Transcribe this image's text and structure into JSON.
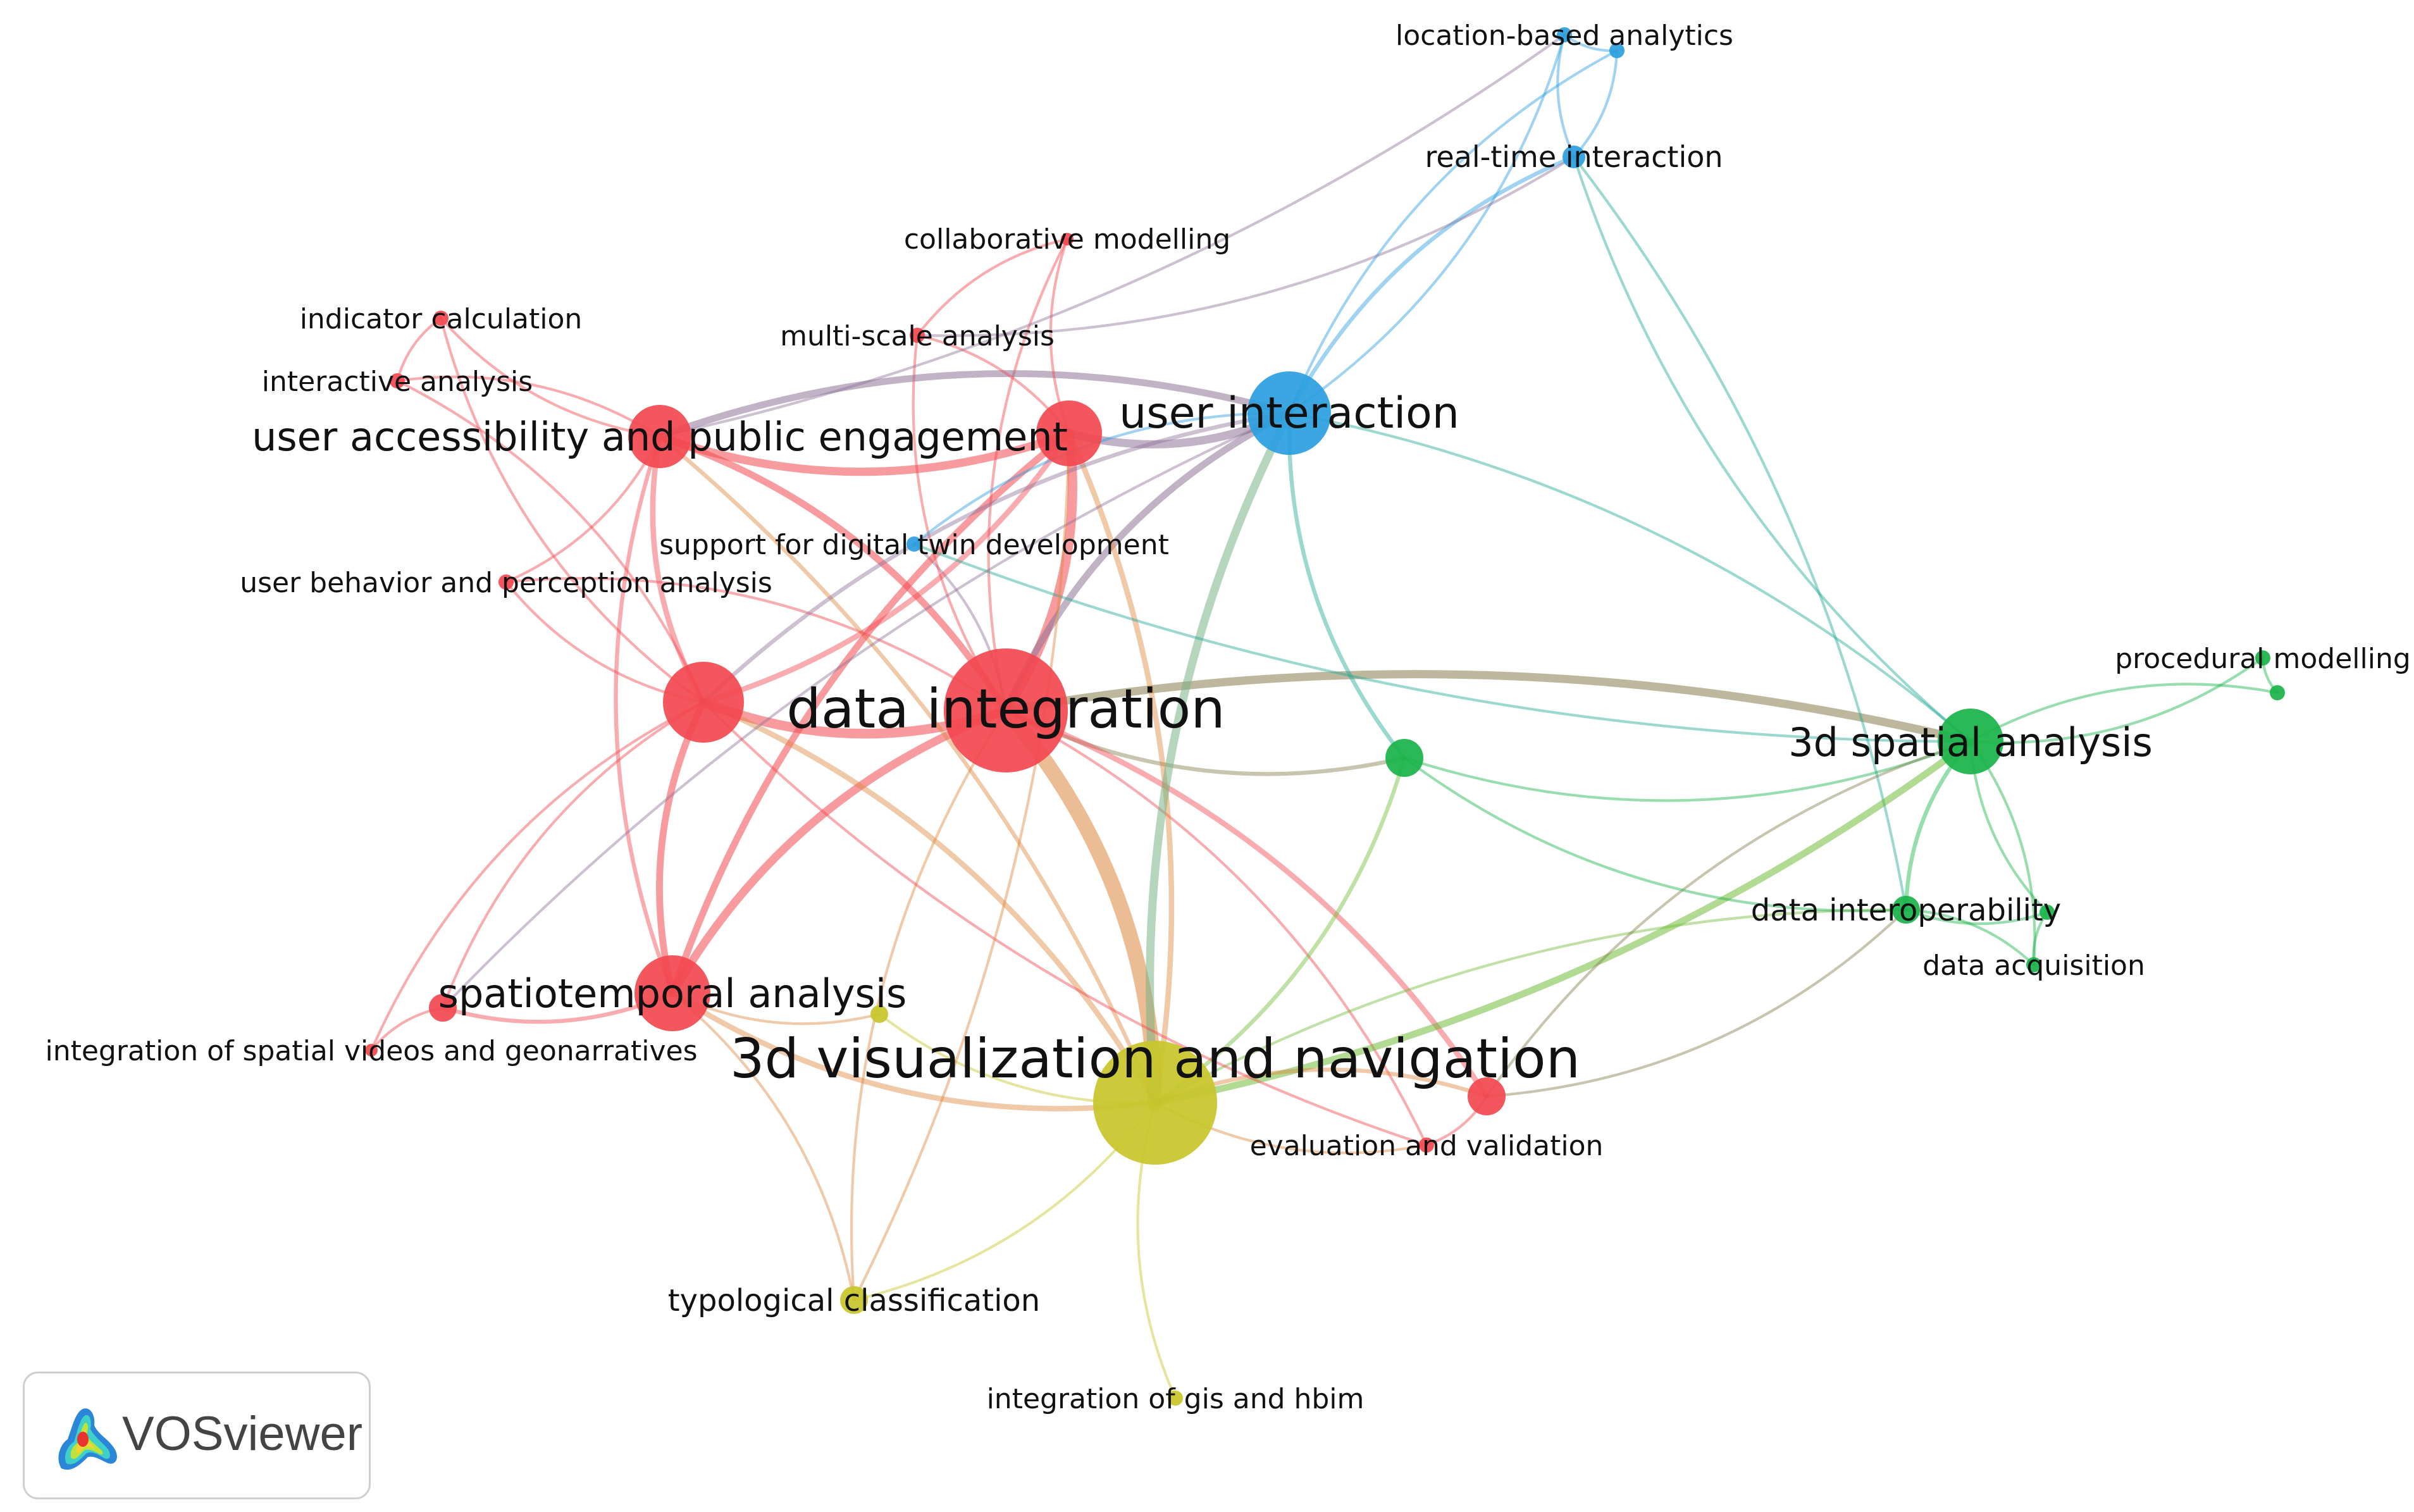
{
  "network": {
    "nodes": [
      {
        "id": "user-accessibility-and-public-engagement",
        "label": "user accessibility and public engagement",
        "cluster": "red",
        "weight": 5
      },
      {
        "id": "data-integration",
        "label": "data integration",
        "cluster": "red",
        "weight": 10
      },
      {
        "id": "spatiotemporal-analysis",
        "label": "spatiotemporal analysis",
        "cluster": "red",
        "weight": 6
      },
      {
        "id": "multi-scale-analysis",
        "label": "multi-scale analysis",
        "cluster": "red",
        "weight": 1
      },
      {
        "id": "collaborative-modelling",
        "label": "collaborative modelling",
        "cluster": "red",
        "weight": 1
      },
      {
        "id": "indicator-calculation",
        "label": "indicator calculation",
        "cluster": "red",
        "weight": 1
      },
      {
        "id": "interactive-analysis",
        "label": "interactive analysis",
        "cluster": "red",
        "weight": 1
      },
      {
        "id": "user-behavior-and-perception-analysis",
        "label": "user behavior and perception analysis",
        "cluster": "red",
        "weight": 1
      },
      {
        "id": "integration-of-spatial-videos-and-geonarratives",
        "label": "integration of spatial videos and geonarratives",
        "cluster": "red",
        "weight": 1
      },
      {
        "id": "evaluation-and-validation",
        "label": "evaluation and validation",
        "cluster": "red",
        "weight": 1
      },
      {
        "id": "red-hub-a",
        "label": "",
        "cluster": "red",
        "weight": 5
      },
      {
        "id": "red-hub-b",
        "label": "",
        "cluster": "red",
        "weight": 6
      },
      {
        "id": "red-small-a",
        "label": "",
        "cluster": "red",
        "weight": 2
      },
      {
        "id": "red-small-b",
        "label": "",
        "cluster": "red",
        "weight": 3
      },
      {
        "id": "user-interaction",
        "label": "user interaction",
        "cluster": "blue",
        "weight": 7
      },
      {
        "id": "real-time-interaction",
        "label": "real-time interaction",
        "cluster": "blue",
        "weight": 2
      },
      {
        "id": "location-based-analytics",
        "label": "location-based analytics",
        "cluster": "blue",
        "weight": 1
      },
      {
        "id": "support-for-digital-twin-development",
        "label": "support for digital twin development",
        "cluster": "blue",
        "weight": 1
      },
      {
        "id": "blue-small-a",
        "label": "",
        "cluster": "blue",
        "weight": 1
      },
      {
        "id": "3d-spatial-analysis",
        "label": "3d spatial analysis",
        "cluster": "green",
        "weight": 6
      },
      {
        "id": "data-interoperability",
        "label": "data interoperability",
        "cluster": "green",
        "weight": 2
      },
      {
        "id": "data-acquisition",
        "label": "data acquisition",
        "cluster": "green",
        "weight": 1
      },
      {
        "id": "procedural-modelling",
        "label": "procedural modelling",
        "cluster": "green",
        "weight": 1
      },
      {
        "id": "green-hub-a",
        "label": "",
        "cluster": "green",
        "weight": 3
      },
      {
        "id": "green-small-a",
        "label": "",
        "cluster": "green",
        "weight": 1
      },
      {
        "id": "green-small-b",
        "label": "",
        "cluster": "green",
        "weight": 1
      },
      {
        "id": "3d-visualization-and-navigation",
        "label": "3d visualization and navigation",
        "cluster": "yellow",
        "weight": 12
      },
      {
        "id": "typological-classification",
        "label": "typological classification",
        "cluster": "yellow",
        "weight": 2
      },
      {
        "id": "integration-of-gis-and-hbim",
        "label": "integration of gis and hbim",
        "cluster": "yellow",
        "weight": 1
      },
      {
        "id": "yellow-small-a",
        "label": "",
        "cluster": "yellow",
        "weight": 1
      }
    ],
    "links": [
      [
        "data-integration",
        "3d-visualization-and-navigation",
        10
      ],
      [
        "data-integration",
        "red-hub-a",
        6
      ],
      [
        "data-integration",
        "red-hub-b",
        6
      ],
      [
        "data-integration",
        "user-accessibility-and-public-engagement",
        4
      ],
      [
        "data-integration",
        "user-interaction",
        4
      ],
      [
        "data-integration",
        "spatiotemporal-analysis",
        5
      ],
      [
        "data-integration",
        "3d-spatial-analysis",
        5
      ],
      [
        "data-integration",
        "green-hub-a",
        2
      ],
      [
        "data-integration",
        "red-small-b",
        3
      ],
      [
        "data-integration",
        "support-for-digital-twin-development",
        1
      ],
      [
        "data-integration",
        "multi-scale-analysis",
        1
      ],
      [
        "data-integration",
        "user-behavior-and-perception-analysis",
        1
      ],
      [
        "data-integration",
        "evaluation-and-validation",
        1
      ],
      [
        "data-integration",
        "typological-classification",
        1
      ],
      [
        "data-integration",
        "collaborative-modelling",
        1
      ],
      [
        "user-accessibility-and-public-engagement",
        "red-hub-a",
        5
      ],
      [
        "user-accessibility-and-public-engagement",
        "user-interaction",
        4
      ],
      [
        "user-accessibility-and-public-engagement",
        "red-hub-b",
        3
      ],
      [
        "user-accessibility-and-public-engagement",
        "indicator-calculation",
        1
      ],
      [
        "user-accessibility-and-public-engagement",
        "interactive-analysis",
        1
      ],
      [
        "user-accessibility-and-public-engagement",
        "user-behavior-and-perception-analysis",
        1
      ],
      [
        "user-accessibility-and-public-engagement",
        "spatiotemporal-analysis",
        2
      ],
      [
        "user-accessibility-and-public-engagement",
        "3d-visualization-and-navigation",
        2
      ],
      [
        "red-hub-a",
        "user-interaction",
        5
      ],
      [
        "red-hub-a",
        "red-hub-b",
        3
      ],
      [
        "red-hub-a",
        "spatiotemporal-analysis",
        4
      ],
      [
        "red-hub-a",
        "3d-visualization-and-navigation",
        3
      ],
      [
        "red-hub-a",
        "multi-scale-analysis",
        1
      ],
      [
        "red-hub-a",
        "collaborative-modelling",
        1
      ],
      [
        "red-hub-b",
        "spatiotemporal-analysis",
        4
      ],
      [
        "red-hub-b",
        "3d-visualization-and-navigation",
        3
      ],
      [
        "red-hub-b",
        "red-small-a",
        1
      ],
      [
        "red-hub-b",
        "user-behavior-and-perception-analysis",
        1
      ],
      [
        "red-hub-b",
        "interactive-analysis",
        1
      ],
      [
        "red-hub-b",
        "indicator-calculation",
        1
      ],
      [
        "red-hub-b",
        "integration-of-spatial-videos-and-geonarratives",
        1
      ],
      [
        "red-hub-b",
        "user-interaction",
        2
      ],
      [
        "spatiotemporal-analysis",
        "3d-visualization-and-navigation",
        3
      ],
      [
        "spatiotemporal-analysis",
        "red-small-a",
        2
      ],
      [
        "spatiotemporal-analysis",
        "yellow-small-a",
        1
      ],
      [
        "spatiotemporal-analysis",
        "typological-classification",
        1
      ],
      [
        "red-small-a",
        "integration-of-spatial-videos-and-geonarratives",
        1
      ],
      [
        "red-small-a",
        "user-interaction",
        1
      ],
      [
        "user-interaction",
        "3d-visualization-and-navigation",
        5
      ],
      [
        "user-interaction",
        "real-time-interaction",
        2
      ],
      [
        "user-interaction",
        "location-based-analytics",
        1
      ],
      [
        "user-interaction",
        "blue-small-a",
        1
      ],
      [
        "user-interaction",
        "green-hub-a",
        2
      ],
      [
        "user-interaction",
        "3d-spatial-analysis",
        1
      ],
      [
        "user-interaction",
        "support-for-digital-twin-development",
        1
      ],
      [
        "real-time-interaction",
        "location-based-analytics",
        1
      ],
      [
        "real-time-interaction",
        "blue-small-a",
        1
      ],
      [
        "real-time-interaction",
        "data-interoperability",
        1
      ],
      [
        "real-time-interaction",
        "3d-spatial-analysis",
        1
      ],
      [
        "real-time-interaction",
        "multi-scale-analysis",
        1
      ],
      [
        "location-based-analytics",
        "blue-small-a",
        1
      ],
      [
        "location-based-analytics",
        "user-accessibility-and-public-engagement",
        1
      ],
      [
        "3d-visualization-and-navigation",
        "3d-spatial-analysis",
        4
      ],
      [
        "3d-visualization-and-navigation",
        "red-small-b",
        2
      ],
      [
        "3d-visualization-and-navigation",
        "green-hub-a",
        2
      ],
      [
        "3d-visualization-and-navigation",
        "typological-classification",
        1
      ],
      [
        "3d-visualization-and-navigation",
        "integration-of-gis-and-hbim",
        1
      ],
      [
        "3d-visualization-and-navigation",
        "yellow-small-a",
        1
      ],
      [
        "3d-visualization-and-navigation",
        "evaluation-and-validation",
        1
      ],
      [
        "3d-visualization-and-navigation",
        "data-interoperability",
        1
      ],
      [
        "3d-spatial-analysis",
        "data-interoperability",
        2
      ],
      [
        "3d-spatial-analysis",
        "data-acquisition",
        1
      ],
      [
        "3d-spatial-analysis",
        "procedural-modelling",
        1
      ],
      [
        "3d-spatial-analysis",
        "green-small-a",
        1
      ],
      [
        "3d-spatial-analysis",
        "green-small-b",
        1
      ],
      [
        "3d-spatial-analysis",
        "green-hub-a",
        1
      ],
      [
        "3d-spatial-analysis",
        "red-small-b",
        1
      ],
      [
        "3d-spatial-analysis",
        "support-for-digital-twin-development",
        1
      ],
      [
        "green-hub-a",
        "data-interoperability",
        1
      ],
      [
        "data-interoperability",
        "data-acquisition",
        1
      ],
      [
        "data-interoperability",
        "green-small-b",
        1
      ],
      [
        "data-acquisition",
        "green-small-b",
        1
      ],
      [
        "procedural-modelling",
        "green-small-a",
        1
      ],
      [
        "red-small-b",
        "evaluation-and-validation",
        1
      ],
      [
        "red-small-b",
        "data-interoperability",
        1
      ],
      [
        "evaluation-and-validation",
        "red-hub-b",
        1
      ],
      [
        "typological-classification",
        "red-hub-a",
        1
      ],
      [
        "multi-scale-analysis",
        "collaborative-modelling",
        1
      ],
      [
        "indicator-calculation",
        "interactive-analysis",
        1
      ]
    ]
  },
  "cluster_colors": {
    "red": "#f2484f",
    "blue": "#2a9ee0",
    "green": "#19b34a",
    "yellow": "#c8c52a"
  },
  "brand": {
    "name": "VOSviewer",
    "logo_icon": "vosviewer-heatmap-logo-icon",
    "border_color": "#cfcfcf"
  }
}
